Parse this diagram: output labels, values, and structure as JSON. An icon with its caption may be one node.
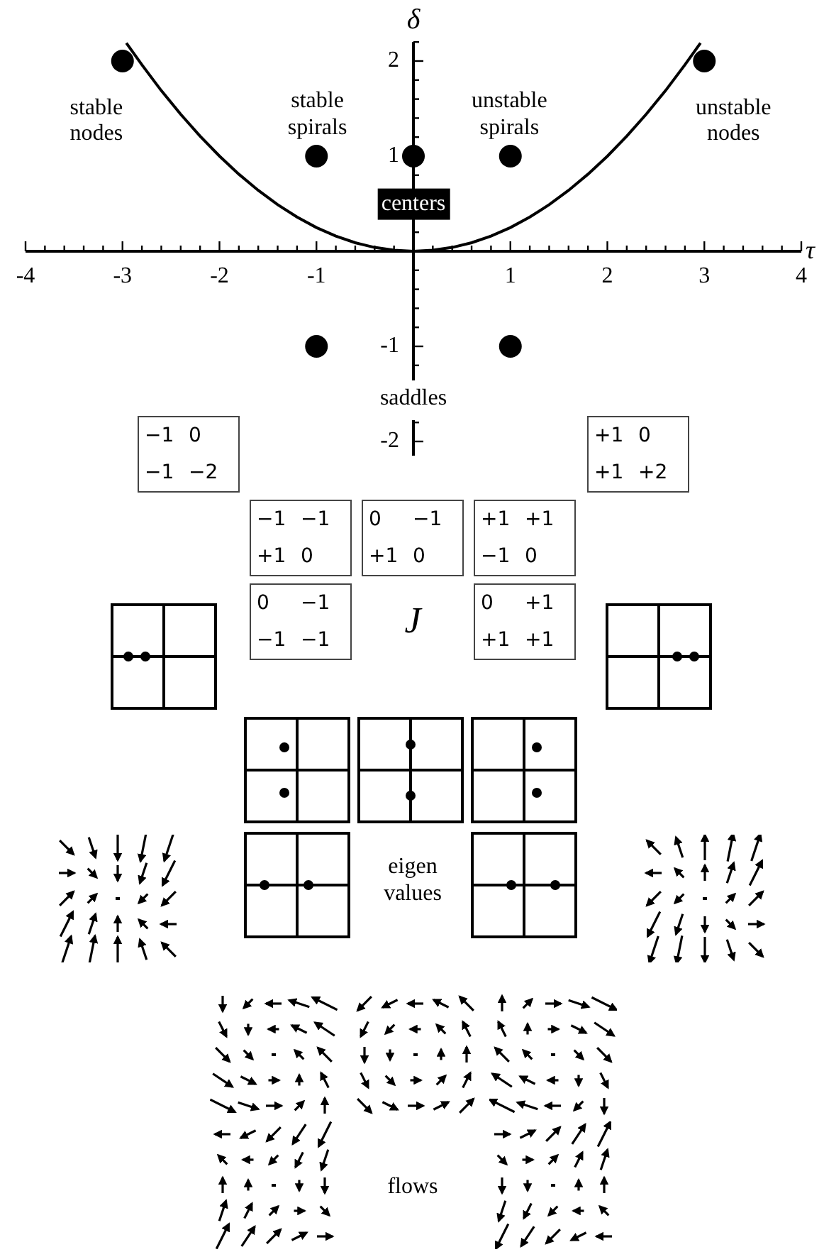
{
  "diagram": {
    "chart_data": {
      "type": "scatter",
      "xlabel": "τ",
      "ylabel": "δ",
      "xlim": [
        -4,
        4
      ],
      "ylim": [
        -2.15,
        2.2
      ],
      "xticks": [
        -4,
        -3,
        -2,
        -1,
        1,
        2,
        3,
        4
      ],
      "yticks": [
        -2,
        -1,
        1,
        2
      ],
      "series": [
        {
          "color": "#000000",
          "x": [
            -3,
            -1,
            0,
            1,
            3,
            -1,
            1
          ],
          "values": [
            2,
            1,
            1,
            1,
            2,
            -1,
            -1
          ]
        },
        {
          "type": "line",
          "color": "#000000",
          "x": [
            -2.96,
            -2.8,
            -2.6,
            -2.4,
            -2.2,
            -2,
            -1.8,
            -1.6,
            -1.4,
            -1.2,
            -1,
            -0.8,
            -0.6,
            -0.4,
            -0.2,
            0,
            0.2,
            0.4,
            0.6,
            0.8,
            1,
            1.2,
            1.4,
            1.6,
            1.8,
            2,
            2.2,
            2.4,
            2.6,
            2.8,
            2.96
          ],
          "values": [
            2.19,
            1.96,
            1.69,
            1.44,
            1.21,
            1,
            0.81,
            0.64,
            0.49,
            0.36,
            0.25,
            0.16,
            0.09,
            0.04,
            0.01,
            0,
            0.01,
            0.04,
            0.09,
            0.16,
            0.25,
            0.36,
            0.49,
            0.64,
            0.81,
            1,
            1.21,
            1.44,
            1.69,
            1.96,
            2.19
          ]
        }
      ],
      "annotations": [
        "stable nodes",
        "stable spirals",
        "unstable spirals",
        "unstable nodes",
        "centers",
        "saddles"
      ]
    },
    "labels": [
      "−1",
      "0",
      "−1",
      "−2",
      "+1",
      "0",
      "+1",
      "+2",
      "−1",
      "−1",
      "+1",
      "0",
      "0",
      "−1",
      "+1",
      "0",
      "+1",
      "+1",
      "−1",
      "0",
      "0",
      "−1",
      "−1",
      "−1",
      "0",
      "+1",
      "+1",
      "+1",
      "J",
      "eigen values",
      "flows"
    ]
  }
}
